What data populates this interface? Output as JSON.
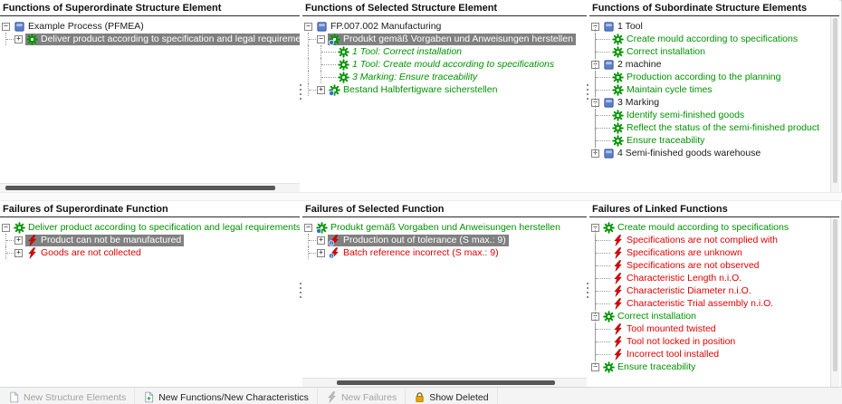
{
  "colors": {
    "function_green": "#009300",
    "failure_red": "#e00000",
    "structure_blue": "#5b80c8",
    "selection_bg": "#808080",
    "selection_text": "#ffffff",
    "link_blue": "#2f6fd0",
    "lock_orange": "#f0a202"
  },
  "panels": [
    {
      "title": "Functions of Superordinate Structure Element",
      "items": [
        {
          "label": "Example Process (PFMEA)",
          "depth": 0,
          "icon": "structure",
          "expand": "-",
          "color": "black"
        },
        {
          "label": "Deliver product according to specification and legal requirements",
          "depth": 1,
          "icon": "function",
          "expand": "+",
          "color": "green",
          "selected": true
        }
      ]
    },
    {
      "title": "Functions of Selected Structure Element",
      "items": [
        {
          "label": "FP.007.002 Manufacturing",
          "depth": 0,
          "icon": "structure",
          "expand": "-",
          "color": "black"
        },
        {
          "label": "Produkt gemäß Vorgaben und Anweisungen herstellen",
          "depth": 1,
          "icon": "function-linked",
          "expand": "-",
          "color": "green",
          "selected": true
        },
        {
          "label": "1 Tool: Correct installation",
          "depth": 2,
          "icon": "function",
          "color": "green",
          "italic": true
        },
        {
          "label": "1 Tool: Create mould according to specifications",
          "depth": 2,
          "icon": "function",
          "color": "green",
          "italic": true
        },
        {
          "label": "3 Marking: Ensure traceability",
          "depth": 2,
          "icon": "function",
          "color": "green",
          "italic": true
        },
        {
          "label": "Bestand Halbfertigware sicherstellen",
          "depth": 1,
          "icon": "function-linked",
          "expand": "+",
          "color": "green"
        }
      ]
    },
    {
      "title": "Functions of Subordinate Structure Elements",
      "items": [
        {
          "label": "1 Tool",
          "depth": 0,
          "icon": "structure",
          "expand": "-",
          "color": "black"
        },
        {
          "label": "Create mould according to specifications",
          "depth": 1,
          "icon": "function",
          "color": "green"
        },
        {
          "label": "Correct installation",
          "depth": 1,
          "icon": "function",
          "color": "green"
        },
        {
          "label": "2 machine",
          "depth": 0,
          "icon": "structure",
          "expand": "-",
          "color": "black"
        },
        {
          "label": "Production according to the planning",
          "depth": 1,
          "icon": "function",
          "color": "green"
        },
        {
          "label": "Maintain cycle times",
          "depth": 1,
          "icon": "function",
          "color": "green"
        },
        {
          "label": "3 Marking",
          "depth": 0,
          "icon": "structure",
          "expand": "-",
          "color": "black"
        },
        {
          "label": "Identify semi-finished goods",
          "depth": 1,
          "icon": "function",
          "color": "green"
        },
        {
          "label": "Reflect the status of the semi-finished product",
          "depth": 1,
          "icon": "function",
          "color": "green"
        },
        {
          "label": "Ensure traceability",
          "depth": 1,
          "icon": "function",
          "color": "green"
        },
        {
          "label": "4 Semi-finished goods warehouse",
          "depth": 0,
          "icon": "structure",
          "expand": "+",
          "color": "black"
        }
      ]
    },
    {
      "title": "Failures of Superordinate Function",
      "items": [
        {
          "label": "Deliver product according to specification and legal requirements",
          "depth": 0,
          "icon": "function",
          "expand": "-",
          "color": "green"
        },
        {
          "label": "Product can not be manufactured",
          "depth": 1,
          "icon": "failure",
          "expand": "+",
          "color": "red",
          "selected": true
        },
        {
          "label": "Goods are not collected",
          "depth": 1,
          "icon": "failure",
          "expand": "+",
          "color": "red"
        }
      ]
    },
    {
      "title": "Failures of Selected Function",
      "items": [
        {
          "label": "Produkt gemäß Vorgaben und Anweisungen herstellen",
          "depth": 0,
          "icon": "function-linked",
          "expand": "-",
          "color": "green"
        },
        {
          "label": "Production out of tolerance (S max.: 9)",
          "depth": 1,
          "icon": "failure-info",
          "expand": "+",
          "color": "red",
          "selected": true
        },
        {
          "label": "Batch reference incorrect (S max.: 9)",
          "depth": 1,
          "icon": "failure-info",
          "expand": "+",
          "color": "red"
        }
      ]
    },
    {
      "title": "Failures of Linked Functions",
      "items": [
        {
          "label": "Create mould according to specifications",
          "depth": 0,
          "icon": "function",
          "expand": "-",
          "color": "green"
        },
        {
          "label": "Specifications are not complied with",
          "depth": 1,
          "icon": "failure",
          "color": "red"
        },
        {
          "label": "Specifications are unknown",
          "depth": 1,
          "icon": "failure",
          "color": "red"
        },
        {
          "label": "Specifications are not observed",
          "depth": 1,
          "icon": "failure",
          "color": "red"
        },
        {
          "label": "Characteristic Length n.i.O.",
          "depth": 1,
          "icon": "failure",
          "color": "red"
        },
        {
          "label": "Characteristic Diameter n.i.O.",
          "depth": 1,
          "icon": "failure",
          "color": "red"
        },
        {
          "label": "Characteristic Trial assembly n.i.O.",
          "depth": 1,
          "icon": "failure",
          "color": "red"
        },
        {
          "label": "Correct installation",
          "depth": 0,
          "icon": "function",
          "expand": "-",
          "color": "green"
        },
        {
          "label": "Tool mounted twisted",
          "depth": 1,
          "icon": "failure",
          "color": "red"
        },
        {
          "label": "Tool not locked in position",
          "depth": 1,
          "icon": "failure",
          "color": "red"
        },
        {
          "label": "Incorrect tool installed",
          "depth": 1,
          "icon": "failure",
          "color": "red"
        },
        {
          "label": "Ensure traceability",
          "depth": 0,
          "icon": "function",
          "expand": "-",
          "color": "green"
        }
      ]
    }
  ],
  "statusbar": {
    "items": [
      {
        "label": "New Structure Elements",
        "disabled": true
      },
      {
        "label": "New Functions/New Characteristics",
        "disabled": false
      },
      {
        "label": "New Failures",
        "disabled": true
      },
      {
        "label": "Show Deleted",
        "disabled": false
      }
    ]
  }
}
